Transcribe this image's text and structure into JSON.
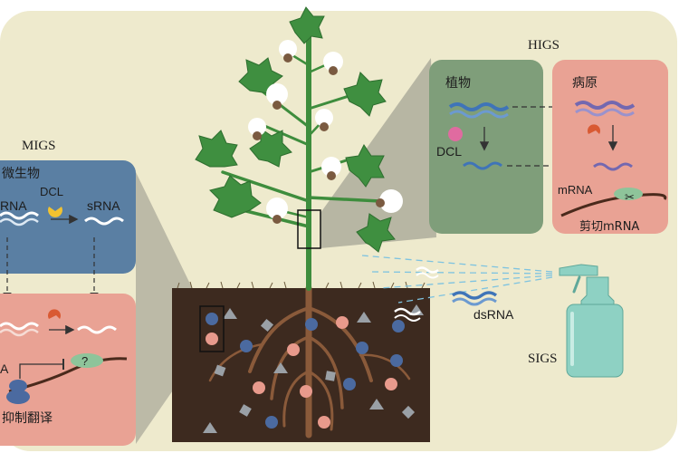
{
  "labels": {
    "higs": "HIGS",
    "migs": "MIGS",
    "sigs": "SIGS",
    "plant": "植物",
    "pathogen": "病原",
    "microbe": "微生物",
    "dcl_higs": "DCL",
    "dcl_migs": "DCL",
    "mrna": "mRNA",
    "cleave_mrna": "剪切mRNA",
    "srna": "sRNA",
    "rna_partial": "RNA",
    "dsrna": "dsRNA",
    "inhibit_translation": "抑制翻译",
    "a_partial": "A",
    "question_mark": "?"
  },
  "colors": {
    "background": "#eeeacd",
    "higs_plant_panel": "#7f9e7a",
    "higs_pathogen_panel": "#e9a294",
    "migs_top_panel": "#5a7fa3",
    "migs_bottom_panel": "#e9a294",
    "soil": "#3d2a1f",
    "stem": "#3e8d3d",
    "leaf": "#3f8f40",
    "rna_plant": "#3f74b8",
    "rna_pathogen": "#7368b0",
    "spray_bottle": "#8ed1c3"
  }
}
